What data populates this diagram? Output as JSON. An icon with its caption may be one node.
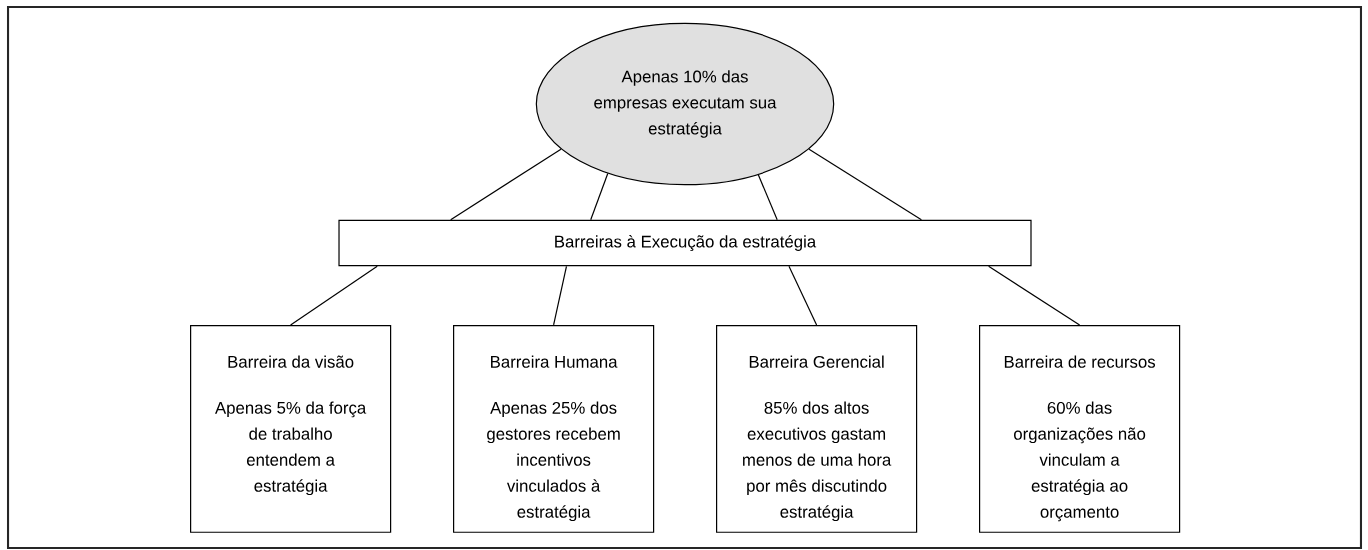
{
  "diagram": {
    "nodes": [
      {
        "text": [
          "Apenas 10% das empresas executam sua estratégia"
        ]
      },
      {
        "text": [
          "Barreiras à Execução da estratégia"
        ]
      },
      {
        "text": [
          "Barreira da visão",
          "Apenas 5% da força de trabalho entendem a estratégia"
        ]
      },
      {
        "text": [
          "Barreira Humana",
          "Apenas 25% dos gestores recebem incentivos vinculados à estratégia"
        ]
      },
      {
        "text": [
          "Barreira Gerencial",
          "85% dos altos executivos gastam menos de uma hora por mês discutindo estratégia"
        ]
      },
      {
        "text": [
          "Barreira de recursos",
          "60% das organizações não vinculam a estratégia ao orçamento"
        ]
      }
    ],
    "edges": [
      {
        "from": 0,
        "to": 1,
        "arrow": "none"
      },
      {
        "from": 0,
        "to": 1,
        "arrow": "none"
      },
      {
        "from": 0,
        "to": 1,
        "arrow": "none"
      },
      {
        "from": 0,
        "to": 1,
        "arrow": "none"
      },
      {
        "from": 1,
        "to": 2,
        "arrow": "none"
      },
      {
        "from": 1,
        "to": 3,
        "arrow": "none"
      },
      {
        "from": 1,
        "to": 4,
        "arrow": "none"
      },
      {
        "from": 1,
        "to": 5,
        "arrow": "none"
      }
    ]
  }
}
